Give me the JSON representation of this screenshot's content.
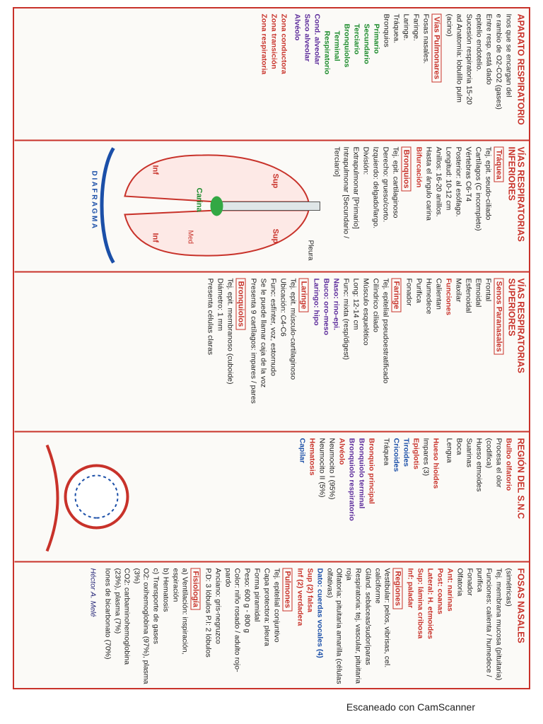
{
  "col1": {
    "title": "Aparato Respiratorio",
    "lines": [
      "Inos que se encargan del",
      "e rambio de O2-CO2 (gases)",
      "Entre resp. está dado",
      "epitelio endotelio.",
      "Sucesión respiratoria 15-20",
      "ad Anatomía: lobulillo pulm",
      "         (acino)"
    ],
    "pulmonares_title": "Vías Pulmonares",
    "pulmonares": [
      "Fosas nasales.",
      "Faringe.",
      "Laringe.",
      "Tráquea.",
      "Bronquios"
    ],
    "bronquios": [
      "Primario",
      "Secundario",
      "Terciario",
      "Bronquiolos",
      "Terminal",
      "Respiratorio"
    ],
    "alveolar": [
      "Cond. alveolar",
      "Saco alveolar",
      "Alvéolo"
    ],
    "zones": [
      "Zona conductora",
      "Zona transición",
      "Zona respiratoria"
    ]
  },
  "col2": {
    "title": "Vías Respiratorias Inferiores",
    "traquea_title": "Tráquea",
    "traquea": [
      "Tej. epit. seudo-ciliado",
      "Cartílagos (C incompleto)",
      "Vértebras C6-T4"
    ],
    "lines": [
      "Posterior: al esófago.",
      "Longitud: 10-12 cm",
      "Anillos: 16-20 anillos.",
      "Hasta el ángulo carina"
    ],
    "bifurcacion": "Bifurcación",
    "bronquios_title": "Bronquios",
    "bronquios": [
      "Tej. epit. cartilaginoso",
      "Derecho: grueso/corto.",
      "Izquierdo: delgado/largo.",
      "División:",
      "Extrapulmonar [Primario]",
      "Intrapulmonar [Secundario / Terciario]"
    ]
  },
  "diagram_labels": {
    "sup_left": "Sup",
    "sup_right": "Sup",
    "inf_left": "Inf",
    "inf_right": "Inf",
    "med": "Med",
    "pleura": "Pleura",
    "carina": "Carina",
    "diafragma": "D I A F R A G M A"
  },
  "col3": {
    "title": "Vías Respiratorias Superiores",
    "senos_title": "Senos Paranasales",
    "senos": [
      "Frontal",
      "Etmoidal",
      "Esfenoidal",
      "Maxilar"
    ],
    "funciones_title": "Funciones",
    "funciones": [
      "Calientan",
      "Humedece",
      "Purifica",
      "Fonador"
    ],
    "faringe_title": "Faringe",
    "faringe": [
      "Tej. epitelial pseudoestratificado",
      "Cilíndrico ciliado",
      "Músculo esquelético",
      "Long: 12-14 cm",
      "Func: mixta (resp/digest)"
    ],
    "partes": [
      "Naso: rino-epi.",
      "Buco: oro-meso",
      "Laringo: hipo"
    ],
    "laringe_title": "Laringe",
    "laringe": [
      "Tej. epit. músculo-cartilaginoso",
      "Ubicación: C4-C6",
      "Func: esfínter, voz, estornudo",
      "Se le puede llamar caja de la voz",
      "Presenta 9 cartílagos: impares / pares"
    ],
    "bronquiolos_title": "Bronquiolos",
    "bronquiolos": [
      "Tej. epit. membranoso (cuboide)",
      "Diámetro: 1 mm",
      "Presenta células claras"
    ]
  },
  "col4": {
    "title": "Región del S.N.C",
    "lines": [
      "Bulbo olfatorio",
      "Procesa el olor",
      "(codifica)",
      "Hueso etmoides",
      "Suarinas",
      "Boca",
      "Lengua"
    ],
    "laringe_labels": [
      "Hueso hioides",
      "Impares (3)",
      "Epiglotis",
      "Tiroides",
      "Cricoides",
      "Tráquea"
    ],
    "pulmon_labels": [
      "Bronquio principal",
      "Bronquiolo terminal",
      "Bronquiolo respiratorio",
      "Alvéolo",
      "Neumocito I (95%)",
      "Neumocito II (5%)",
      "Hematosis",
      "Capilar"
    ]
  },
  "col5": {
    "title": "Fosas Nasales",
    "fosas": [
      "(simétricas)",
      "Tej. membrana mucosa (pituitaria)",
      "Funciones: calienta / humedece / purifica",
      "Fonador",
      "Olfatoria"
    ],
    "limites": [
      "Ant: narinas",
      "Post: coanas",
      "Lateral: H. etmoides",
      "Sup: lámina cribosa",
      "Inf: paladar"
    ],
    "regiones_title": "Regiones",
    "regiones": [
      "Vestibular: pelos, vibrisas, cel. caliciforme",
      "Glánd. sebáceas/sudoríparas",
      "Respiratoria: tej. vascular, pituitaria roja",
      "Olfatoria: pituitaria amarilla (células olfativas)"
    ],
    "dato": "Dato: cuerdas vocales (4)",
    "sup": "Sup (2) falsa",
    "inf": "Inf (2) verdadera",
    "pulmones_title": "Pulmones",
    "pulmones": [
      "Tej. epitelial conjuntivo",
      "Capa protectora: pleura",
      "Forma piramidal",
      "Peso: 600 g - 800 g",
      "Color: niño rosado / adulto rojo-pardo",
      "Anciano: gris-negruzco",
      "P.D: 3 lóbulos   P.I: 2 lóbulos"
    ],
    "fisiologia_title": "Fisiología",
    "fisiologia": [
      "a) Ventilación: inspiración, espiración",
      "b) Hematosis",
      "c) Transporte de gases",
      "O2: oxihemoglobina (97%), plasma (3%)",
      "CO2: carbaminohemoglobina (23%), plasma (7%)",
      "Iones de bicarbonato (70%)"
    ],
    "signature": "Héctor A. Melé"
  },
  "footer": "Escaneado con CamScanner",
  "colors": {
    "red": "#c8322a",
    "blue": "#1b4fa8",
    "green": "#1a8a2a",
    "purple": "#5b2a9a"
  }
}
